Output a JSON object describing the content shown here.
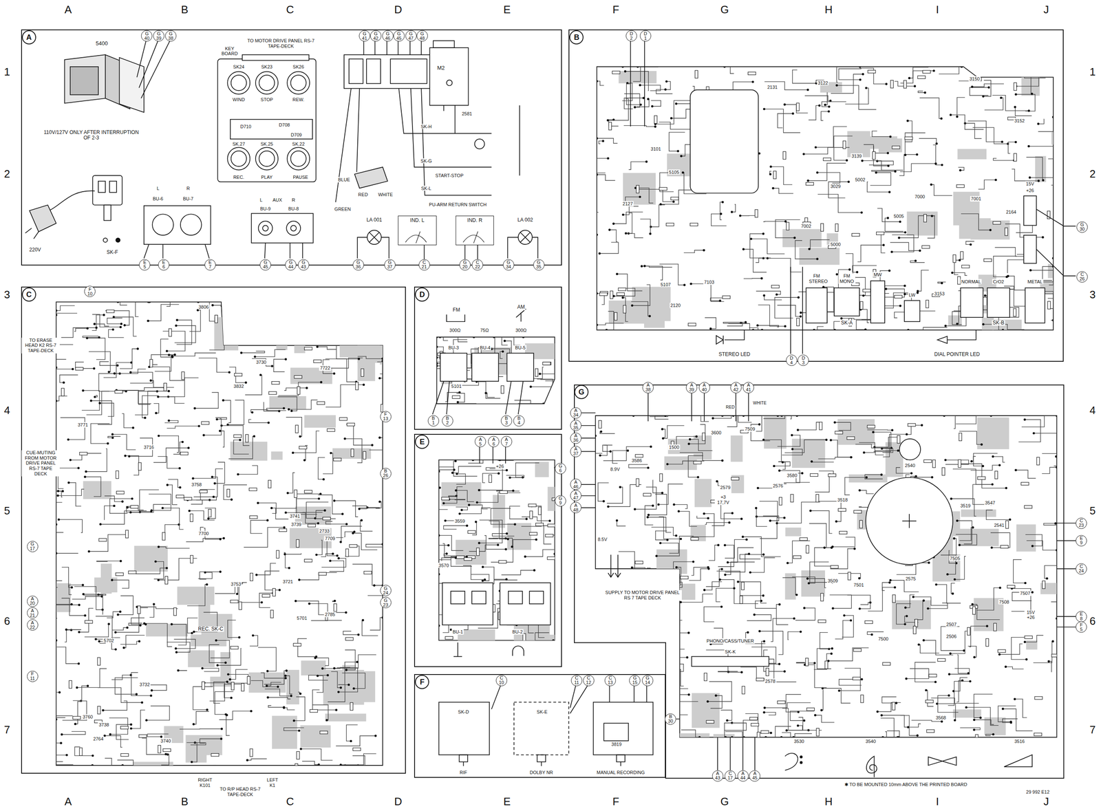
{
  "diagram": {
    "nodes": [
      {
        "text": [
          "A"
        ]
      },
      {
        "text": [
          "IND. L"
        ],
        "in": 0
      },
      {
        "text": [
          "IND. R"
        ],
        "in": 0
      },
      {
        "text": [
          "B"
        ]
      },
      {
        "text": [
          "C"
        ]
      },
      {
        "text": [
          "D"
        ]
      },
      {
        "text": [
          "E"
        ]
      },
      {
        "text": [
          "F"
        ]
      },
      {
        "text": [
          "G"
        ]
      },
      {
        "text": [
          "G 40"
        ],
        "in": 0
      },
      {
        "text": [
          "G 39"
        ],
        "in": 0
      },
      {
        "text": [
          "G 38"
        ],
        "in": 0
      },
      {
        "text": [
          "G 41"
        ],
        "in": 0
      },
      {
        "text": [
          "G 42"
        ],
        "in": 0
      },
      {
        "text": [
          "G 46"
        ],
        "in": 0
      },
      {
        "text": [
          "G 45"
        ],
        "in": 0
      },
      {
        "text": [
          "G 47"
        ],
        "in": 0
      },
      {
        "text": [
          "G 48"
        ],
        "in": 0
      },
      {
        "text": [
          "E 5"
        ],
        "in": 0
      },
      {
        "text": [
          "E 6"
        ],
        "in": 0
      },
      {
        "text": [
          "E 7"
        ],
        "in": 0
      },
      {
        "text": [
          "G 45"
        ],
        "in": 0
      },
      {
        "text": [
          "G 44"
        ],
        "in": 0
      },
      {
        "text": [
          "G 43"
        ],
        "in": 0
      },
      {
        "text": [
          "G 36"
        ],
        "in": 0
      },
      {
        "text": [
          "G 37"
        ],
        "in": 0
      },
      {
        "text": [
          "C 21"
        ],
        "in": 0
      },
      {
        "text": [
          "G 20"
        ],
        "in": 0
      },
      {
        "text": [
          "C 22"
        ],
        "in": 0
      },
      {
        "text": [
          "G 34"
        ],
        "in": 0
      },
      {
        "text": [
          "G 35"
        ],
        "in": 0
      },
      {
        "text": [
          "D 2"
        ],
        "in": 3
      },
      {
        "text": [
          "D 1"
        ],
        "in": 3
      },
      {
        "text": [
          "D 4"
        ],
        "in": 3
      },
      {
        "text": [
          "D 3"
        ],
        "in": 3
      },
      {
        "text": [
          "G 30"
        ],
        "in": 3
      },
      {
        "text": [
          "C 26"
        ],
        "in": 3
      },
      {
        "text": [
          "F 10"
        ],
        "in": 4
      },
      {
        "text": [
          "F 13"
        ],
        "in": 4
      },
      {
        "text": [
          "B 26"
        ],
        "in": 4
      },
      {
        "text": [
          "G 17"
        ],
        "in": 4
      },
      {
        "text": [
          "A 20"
        ],
        "in": 4
      },
      {
        "text": [
          "A 21"
        ],
        "in": 4
      },
      {
        "text": [
          "A 22"
        ],
        "in": 4
      },
      {
        "text": [
          "F 11"
        ],
        "in": 4
      },
      {
        "text": [
          "G 24"
        ],
        "in": 4
      },
      {
        "text": [
          "G 23"
        ],
        "in": 4
      },
      {
        "text": [
          "B 1"
        ],
        "in": 5
      },
      {
        "text": [
          "B 2"
        ],
        "in": 5
      },
      {
        "text": [
          "B 3"
        ],
        "in": 5
      },
      {
        "text": [
          "B 4"
        ],
        "in": 5
      },
      {
        "text": [
          "A 5"
        ],
        "in": 6
      },
      {
        "text": [
          "A 6"
        ],
        "in": 6
      },
      {
        "text": [
          "A 7"
        ],
        "in": 6
      },
      {
        "text": [
          "G 6"
        ],
        "in": 6
      },
      {
        "text": [
          "G 9"
        ],
        "in": 6
      },
      {
        "text": [
          "C 10"
        ],
        "in": 7
      },
      {
        "text": [
          "C 11"
        ],
        "in": 7
      },
      {
        "text": [
          "C 12"
        ],
        "in": 7
      },
      {
        "text": [
          "C 13"
        ],
        "in": 7
      },
      {
        "text": [
          "G 15"
        ],
        "in": 7
      },
      {
        "text": [
          "G 14"
        ],
        "in": 7
      },
      {
        "text": [
          "A 38"
        ],
        "in": 8
      },
      {
        "text": [
          "A 39"
        ],
        "in": 8
      },
      {
        "text": [
          "A 40"
        ],
        "in": 8
      },
      {
        "text": [
          "A 42"
        ],
        "in": 8
      },
      {
        "text": [
          "A 41"
        ],
        "in": 8
      },
      {
        "text": [
          "A 34"
        ],
        "in": 8
      },
      {
        "text": [
          "A 35"
        ],
        "in": 8
      },
      {
        "text": [
          "A 36"
        ],
        "in": 8
      },
      {
        "text": [
          "A 37"
        ],
        "in": 8
      },
      {
        "text": [
          "A 46"
        ],
        "in": 8
      },
      {
        "text": [
          "A 47"
        ],
        "in": 8
      },
      {
        "text": [
          "A 48"
        ],
        "in": 8
      },
      {
        "text": [
          "C 23"
        ],
        "in": 8
      },
      {
        "text": [
          "E 9"
        ],
        "in": 8
      },
      {
        "text": [
          "C 24"
        ],
        "in": 8
      },
      {
        "text": [
          "E 8"
        ],
        "in": 8
      },
      {
        "text": [
          "F 5"
        ],
        "in": 8
      },
      {
        "text": [
          "B 30"
        ],
        "in": 8
      },
      {
        "text": [
          "A 43"
        ],
        "in": 8
      },
      {
        "text": [
          "C 17"
        ],
        "in": 8
      },
      {
        "text": [
          "A 44"
        ],
        "in": 8
      },
      {
        "text": [
          "A 45"
        ],
        "in": 8
      }
    ],
    "edges": [
      {
        "from": 1,
        "to": 26,
        "arrow": "none"
      },
      {
        "from": 2,
        "to": 27,
        "arrow": "none"
      },
      {
        "from": 2,
        "to": 28,
        "arrow": "none"
      }
    ],
    "labels": [
      "A",
      "B",
      "C",
      "D",
      "E",
      "F",
      "G",
      "H",
      "I",
      "J",
      "A",
      "B",
      "C",
      "D",
      "E",
      "F",
      "G",
      "H",
      "I",
      "J",
      "1",
      "2",
      "3",
      "4",
      "5",
      "6",
      "7",
      "1",
      "2",
      "3",
      "4",
      "5",
      "6",
      "7",
      "5400",
      "110V/127V ONLY AFTER INTERRUPTION OF 2-3",
      "220V",
      "SK-F",
      "TO MOTOR DRIVE PANEL RS-7 TAPE-DECK",
      "KEY BOARD",
      "SK24",
      "SK23",
      "SK26",
      "WIND",
      "STOP",
      "REW.",
      "D710",
      "D708",
      "D709",
      "SK.27",
      "SK.25",
      "SK.22",
      "REC.",
      "PLAY",
      "PAUSE",
      "L",
      "R",
      "BU-6",
      "BU-7",
      "L",
      "AUX",
      "R",
      "BU-9",
      "BU-8",
      "M2",
      "2581",
      "SK-H",
      "SK-G",
      "START-STOP",
      "SK-L",
      "PU-ARM RETURN SWITCH",
      "BLUE",
      "RED",
      "WHITE",
      "GREEN",
      "LA 001",
      "LA 002",
      "STEREO LED",
      "DIAL POINTER LED",
      "FM STEREO",
      "FM MONO",
      "MW",
      "LW",
      "NORMAL",
      "CrO2",
      "METAL",
      "SK-A",
      "SK-B",
      "15V",
      "+26",
      "3150",
      "3101",
      "2127",
      "5105",
      "5107",
      "5002",
      "5000",
      "5005",
      "7000",
      "7001",
      "3153",
      "2131",
      "3122",
      "3139",
      "7002",
      "3029",
      "2164",
      "3152",
      "2120",
      "7103",
      "TO ERASE HEAD K2 RS-7 TAPE-DECK",
      "CUE-MUTING FROM MOTOR DRIVE PANEL RS-7 TAPE DECK",
      "REC. SK-C",
      "5701",
      "5702",
      "RIGHT K101",
      "TO R/P HEAD RS-7 TAPE-DECK",
      "LEFT K1",
      "3806",
      "3730",
      "3832",
      "7722",
      "3771",
      "3716",
      "3758",
      "7700",
      "3741",
      "3739",
      "2733",
      "7709",
      "3753",
      "3721",
      "2785",
      "3732",
      "3760",
      "3738",
      "3740",
      "2764",
      "FM",
      "AM",
      "300Ω",
      "75Ω",
      "300Ω",
      "BU-3",
      "BU-4",
      "BU-5",
      "5101",
      "+26",
      "BU-1",
      "BU-2",
      "3559",
      "3570",
      "SK-D",
      "SK-E",
      "3819",
      "RIF",
      "DOLBY NR",
      "MANUAL RECORDING",
      "RED",
      "WHITE",
      "8.9V",
      "+3 17,7V",
      "8.5V",
      "SUPPLY TO MOTOR DRIVE PANEL RS 7 TAPE DECK",
      "PHONO/CASS/TUNER",
      "SK-K",
      "2575",
      "2540",
      "3580",
      "2579",
      "3586",
      "1500",
      "3600",
      "7509",
      "2576",
      "3518",
      "3519",
      "3547",
      "2541",
      "3509",
      "7501",
      "7500",
      "2507",
      "2506",
      "3568",
      "3530",
      "3540",
      "3516",
      "2578",
      "7505",
      "7508",
      "7507",
      "15V +26",
      "✱ TO BE MOUNTED 10mm ABOVE THE PRINTED BOARD",
      "29 992 E12"
    ]
  }
}
